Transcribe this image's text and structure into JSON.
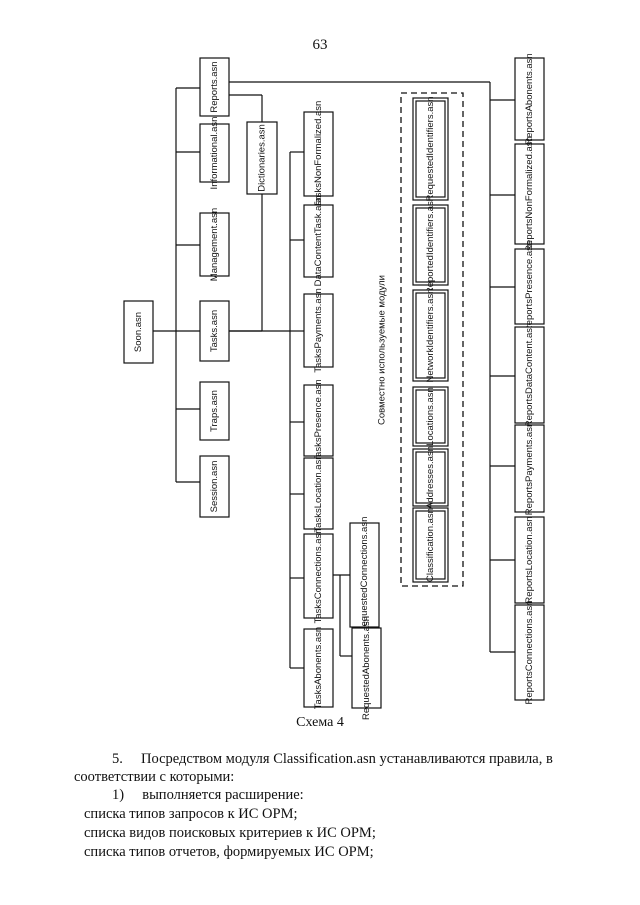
{
  "page_number": "63",
  "caption": "Схема 4",
  "diagram": {
    "dashed_label": "Совместно используемые модули",
    "modules": {
      "root": "Soon.asn",
      "reports": "Reports.asn",
      "informational": "Informational.asn",
      "management": "Management.asn",
      "tasks": "Tasks.asn",
      "traps": "Traps.asn",
      "session": "Session.asn",
      "dictionaries": "Dictionaries.asn",
      "tasks_non_formalized": "TasksNonFormalized.asn",
      "tasks_data_content": "DataContentTask.asn",
      "tasks_payments": "TasksPayments.asn",
      "tasks_presence": "TasksPresence.asn",
      "tasks_location": "TasksLocation.asn",
      "tasks_connections": "TasksConnections.asn",
      "tasks_abonents": "TasksAbonents.asn",
      "requested_connections": "RequestedConnections.asn",
      "requested_abonents": "RequestedAbonents.asn",
      "requested_identifiers": "RequestedIdentifiers.asn",
      "reported_identifiers": "ReportedIdentifiers.asn",
      "network_identifiers": "NetworkIdentifiers.asn",
      "locations": "Locations.asn",
      "addresses": "Addresses.asn",
      "classification": "Classification.asn",
      "reports_abonents": "ReportsAbonents.asn",
      "reports_non_formalized": "ReportsNonFormalized.asn",
      "reports_presence": "ReportsPresence.asn",
      "reports_data_content": "ReportsDataContent.asn",
      "reports_payments": "ReportsPayments.asn",
      "reports_location": "ReportsLocation.asn",
      "reports_connections": "ReportsConnections.asn"
    }
  },
  "text": {
    "p1_num": "5.",
    "p1": "Посредством модуля Classification.asn устанавливаются правила, в соответствии с которыми:",
    "p2_num": "1)",
    "p2": "выполняется расширение:",
    "p3": "списка типов запросов к ИС ОРМ;",
    "p4": "списка видов поисковых критериев к ИС ОРМ;",
    "p5": "списка типов отчетов, формируемых ИС ОРМ;"
  }
}
